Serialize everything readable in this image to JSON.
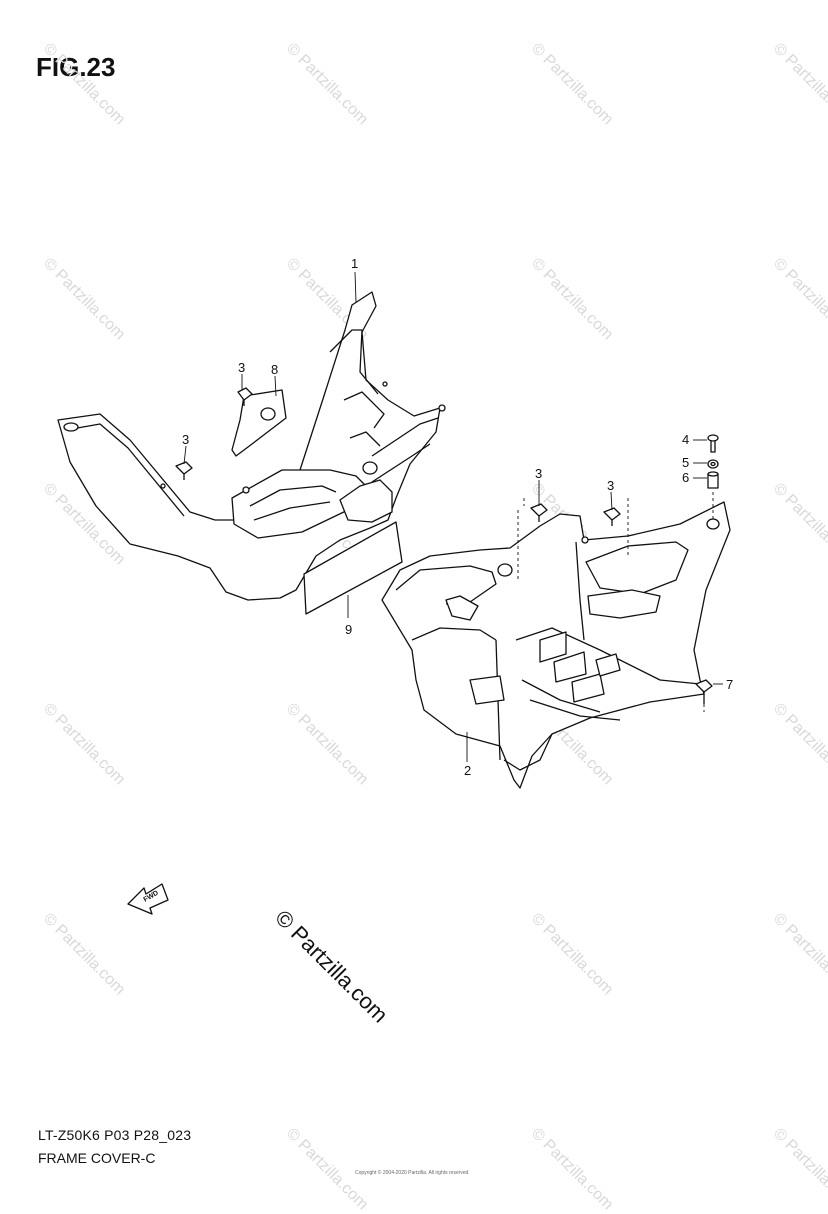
{
  "figure": {
    "title": "FIG.23"
  },
  "footer": {
    "model_code": "LT-Z50K6 P03 P28_023",
    "section_name": "FRAME COVER-C",
    "copyright_small": "Copyright © 2004-2020 Partzilla. All rights reserved"
  },
  "watermark": {
    "text": "© Partzilla.com",
    "center_text": "© Partzilla.com"
  },
  "direction_arrow": {
    "label": "FWD",
    "icon": "forward-arrow-icon"
  },
  "callouts": [
    "1",
    "2",
    "3",
    "3",
    "3",
    "3",
    "4",
    "5",
    "6",
    "7",
    "8",
    "9"
  ]
}
